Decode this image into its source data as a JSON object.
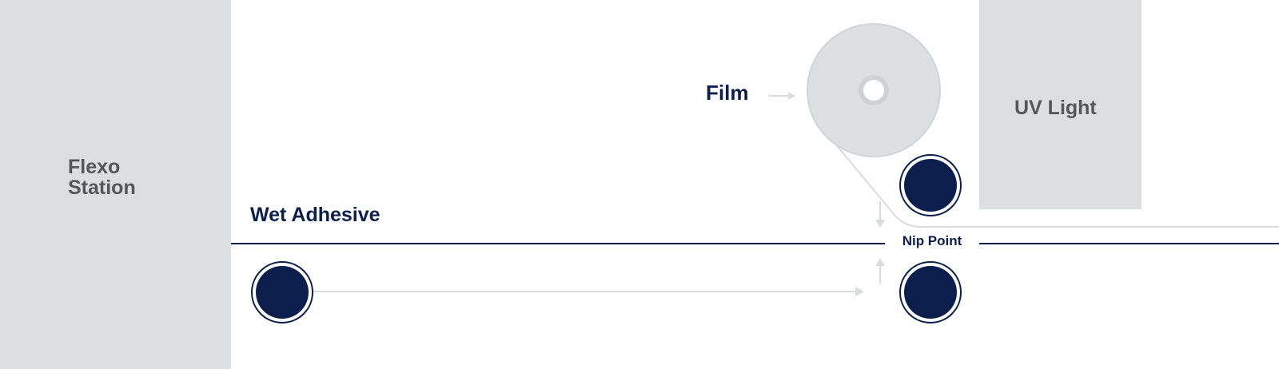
{
  "diagram": {
    "stations": {
      "flexo_label": "Flexo Station",
      "uv_label": "UV Light"
    },
    "labels": {
      "film": "Film",
      "wet_adhesive": "Wet Adhesive",
      "nip_point": "Nip Point"
    },
    "colors": {
      "navy": "#0C1E4C",
      "station_gray": "#DDDEE0",
      "station_text": "#55565B",
      "film_roll": "#DEDFE1",
      "arrow_gray": "#DADBDD"
    }
  }
}
